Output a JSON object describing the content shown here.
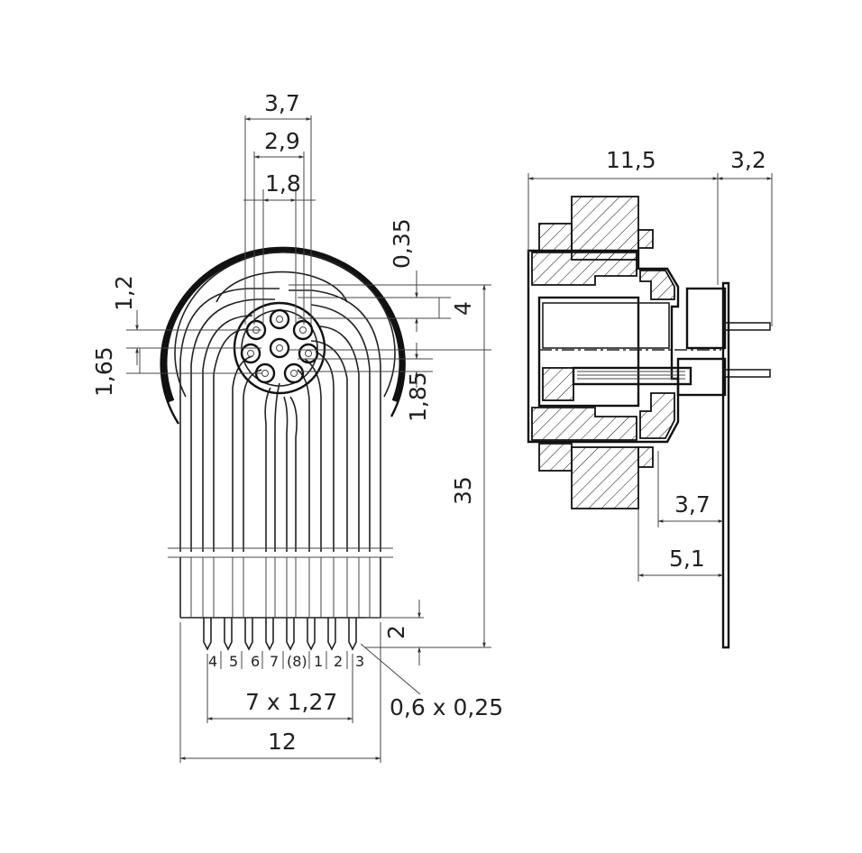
{
  "front_view": {
    "dimensions": {
      "d_3_7_top": "3,7",
      "d_2_9": "2,9",
      "d_1_8": "1,8",
      "d_0_35": "0,35",
      "d_1_2": "1,2",
      "d_4": "4",
      "d_1_65": "1,65",
      "d_1_85": "1,85",
      "d_35": "35",
      "d_2": "2",
      "d_7x1_27": "7 x 1,27",
      "d_12": "12",
      "d_0_6x0_25": "0,6 x 0,25"
    },
    "pin_labels": [
      "4",
      "5",
      "6",
      "7",
      "(8)",
      "1",
      "2",
      "3"
    ]
  },
  "side_view": {
    "dimensions": {
      "d_11_5": "11,5",
      "d_3_2": "3,2",
      "d_3_7": "3,7",
      "d_5_1": "5,1"
    }
  }
}
